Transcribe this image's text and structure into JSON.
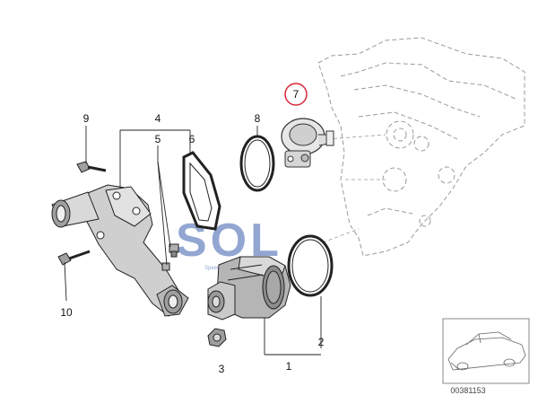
{
  "callouts": {
    "c1": "1",
    "c2": "2",
    "c3": "3",
    "c4": "4",
    "c5": "5",
    "c6": "6",
    "c7": "7",
    "c8": "8",
    "c9": "9",
    "c10": "10"
  },
  "highlight_color": "#d8283a",
  "watermark": {
    "logo": "SOL",
    "tagline": "Speedy Order Line",
    "color": "#3b5fae"
  },
  "reference_number": "00381153"
}
